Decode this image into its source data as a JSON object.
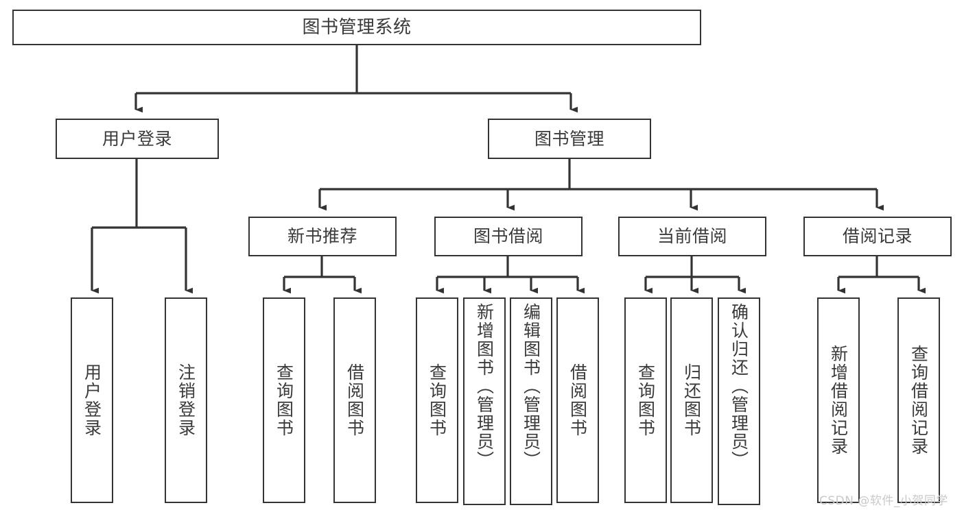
{
  "diagram": {
    "title": "图书管理系统",
    "root": {
      "label": "图书管理系统"
    },
    "tier2": [
      {
        "label": "用户登录"
      },
      {
        "label": "图书管理"
      }
    ],
    "tier3": [
      {
        "label": "新书推荐"
      },
      {
        "label": "图书借阅"
      },
      {
        "label": "当前借阅"
      },
      {
        "label": "借阅记录"
      }
    ],
    "leaves": [
      {
        "label": "用户登录",
        "parent": "用户登录"
      },
      {
        "label": "注销登录",
        "parent": "用户登录"
      },
      {
        "label": "查询图书",
        "parent": "新书推荐"
      },
      {
        "label": "借阅图书",
        "parent": "新书推荐"
      },
      {
        "label": "查询图书",
        "parent": "图书借阅"
      },
      {
        "label": "新增图书（管理员）",
        "parent": "图书借阅"
      },
      {
        "label": "编辑图书（管理员）",
        "parent": "图书借阅"
      },
      {
        "label": "借阅图书",
        "parent": "图书借阅"
      },
      {
        "label": "查询图书",
        "parent": "当前借阅"
      },
      {
        "label": "归还图书",
        "parent": "当前借阅"
      },
      {
        "label": "确认归还（管理员）",
        "parent": "当前借阅"
      },
      {
        "label": "新增借阅记录",
        "parent": "借阅记录"
      },
      {
        "label": "查询借阅记录",
        "parent": "借阅记录"
      }
    ],
    "colors": {
      "box_border": "#333333",
      "box_fill": "#ffffff",
      "text": "#3a3a3a",
      "connector": "#333333",
      "watermark": "#c9c9c9"
    }
  },
  "watermark": {
    "text": "CSDN @软件_小贺同学"
  }
}
